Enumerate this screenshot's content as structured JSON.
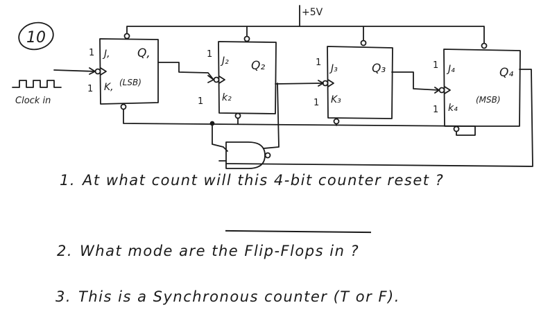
{
  "problem_number": "10",
  "supply": "+5V",
  "clock_label": "Clock in",
  "high_marks": [
    "1",
    "1",
    "1",
    "1",
    "1",
    "1",
    "1",
    "1"
  ],
  "flip_flops": [
    {
      "j": "J,",
      "k": "K,",
      "q": "Q,",
      "note": "(LSB)"
    },
    {
      "j": "J₂",
      "k": "k₂",
      "q": "Q₂",
      "note": ""
    },
    {
      "j": "J₃",
      "k": "K₃",
      "q": "Q₃",
      "note": ""
    },
    {
      "j": "J₄",
      "k": "k₄",
      "q": "Q₄",
      "note": "(MSB)"
    }
  ],
  "questions": [
    {
      "number": "1.",
      "text": "At what count will this 4-bit counter reset ?"
    },
    {
      "number": "2.",
      "text": "What mode are the Flip-Flops in ?"
    },
    {
      "number": "3.",
      "text": "This is a Synchronous counter (T or F)."
    }
  ]
}
